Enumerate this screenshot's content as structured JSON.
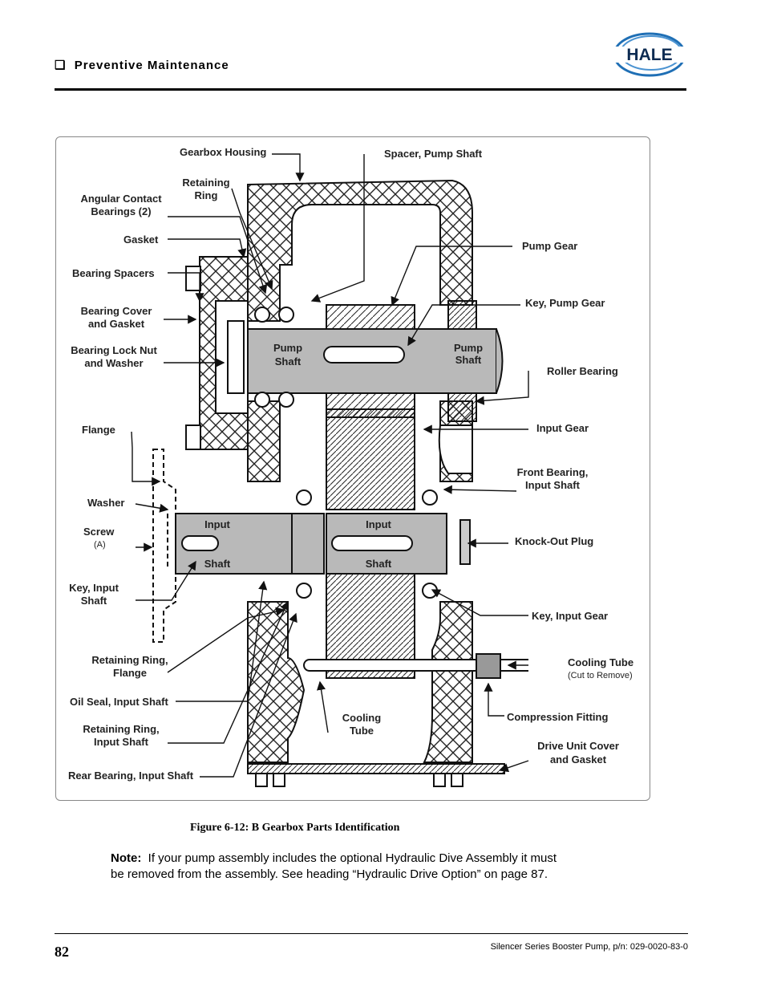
{
  "header": {
    "bullet": "❑",
    "title": "Preventive Maintenance"
  },
  "logo": {
    "text": "HALE"
  },
  "figure": {
    "labels": {
      "gearbox_housing": "Gearbox Housing",
      "spacer_pump_shaft": "Spacer, Pump Shaft",
      "retaining_ring_1": "Retaining",
      "retaining_ring_2": "Ring",
      "angular_1": "Angular Contact",
      "angular_2": "Bearings (2)",
      "gasket": "Gasket",
      "pump_gear": "Pump Gear",
      "bearing_spacers": "Bearing Spacers",
      "key_pump_gear": "Key, Pump Gear",
      "bearing_cover_1": "Bearing Cover",
      "bearing_cover_2": "and Gasket",
      "lock_nut_1": "Bearing Lock Nut",
      "lock_nut_2": "and Washer",
      "pump_shaft_1a": "Pump",
      "pump_shaft_1b": "Shaft",
      "pump_shaft_2a": "Pump",
      "pump_shaft_2b": "Shaft",
      "roller_bearing": "Roller Bearing",
      "flange": "Flange",
      "input_gear": "Input Gear",
      "front_bearing_1": "Front Bearing,",
      "front_bearing_2": "Input Shaft",
      "washer": "Washer",
      "screw": "Screw",
      "screw_a": "(A)",
      "input_1a": "Input",
      "input_1b": "Shaft",
      "input_2a": "Input",
      "input_2b": "Shaft",
      "knock_out_plug": "Knock-Out Plug",
      "key_input_shaft_1": "Key, Input",
      "key_input_shaft_2": "Shaft",
      "key_input_gear": "Key, Input Gear",
      "ret_ring_flange_1": "Retaining Ring,",
      "ret_ring_flange_2": "Flange",
      "cooling_tube_r": "Cooling Tube",
      "cooling_tube_r_note": "(Cut to Remove)",
      "oil_seal": "Oil Seal, Input Shaft",
      "cooling_tube_1": "Cooling",
      "cooling_tube_2": "Tube",
      "compression_fitting": "Compression Fitting",
      "ret_ring_input_1": "Retaining Ring,",
      "ret_ring_input_2": "Input Shaft",
      "drive_cover_1": "Drive Unit Cover",
      "drive_cover_2": "and Gasket",
      "rear_bearing": "Rear Bearing, Input Shaft"
    },
    "caption": "Figure 6-12: B Gearbox Parts Identification"
  },
  "note": {
    "label": "Note:",
    "text": "If your pump assembly includes the optional Hydraulic Dive Assembly it must be removed from the assembly.  See heading “Hydraulic Drive Option” on page 87."
  },
  "footer": {
    "page_number": "82",
    "doc_title": "Silencer Series Booster Pump, p/n: 029-0020-83-0"
  },
  "colors": {
    "logo_blue": "#1f6fb5",
    "logo_dark": "#0d2b52"
  }
}
